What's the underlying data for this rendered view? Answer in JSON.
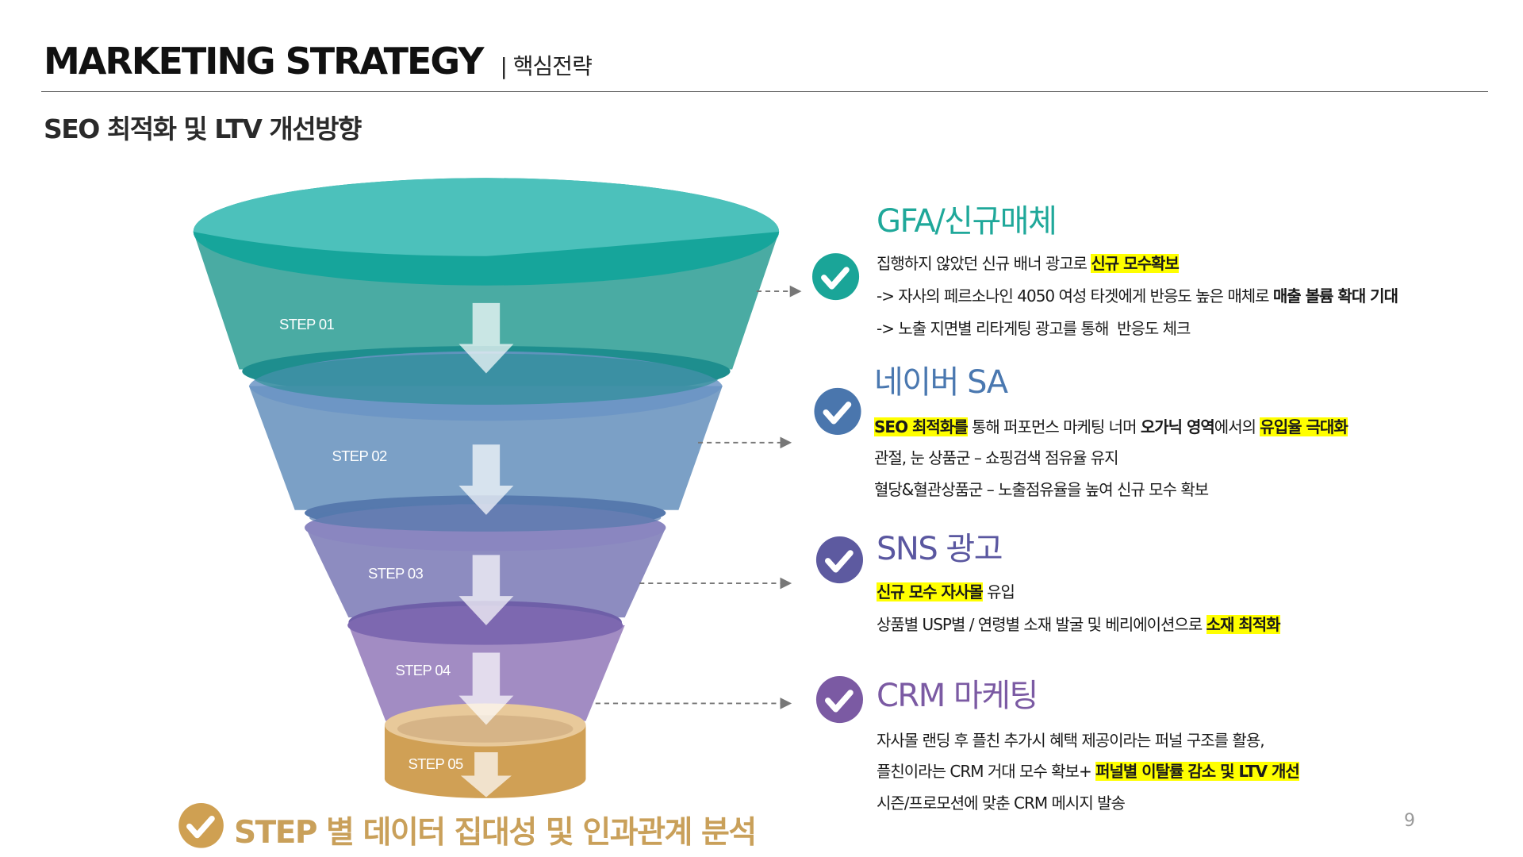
{
  "header": {
    "title": "MARKETING STRATEGY",
    "subtitle_tag": "| 핵심전략",
    "section": "SEO 최적화 및 LTV 개선방향"
  },
  "funnel": {
    "steps": [
      "STEP 01",
      "STEP 02",
      "STEP 03",
      "STEP 04",
      "STEP 05"
    ],
    "colors": [
      "#4aaba3",
      "#7ba0c6",
      "#8d8cc0",
      "#a28cc3",
      "#d0a055"
    ]
  },
  "sections": [
    {
      "title": "GFA/신규매체",
      "color": "#1fa89a",
      "icon": "check-circle-icon",
      "lines": [
        [
          {
            "t": "집행하지 않았던 신규 배너 광고로 "
          },
          {
            "t": "신규 모수확보",
            "s": "hl"
          }
        ],
        [
          {
            "t": "-> 자사의 페르소나인 4050 여성 타겟에게 반응도 높은 매체로 "
          },
          {
            "t": "매출 볼륨 확대 기대",
            "s": "b"
          }
        ],
        [
          {
            "t": "-> 노출 지면별 리타게팅 광고를 통해  반응도 체크"
          }
        ]
      ]
    },
    {
      "title": "네이버 SA",
      "color": "#4a78b0",
      "icon": "check-circle-icon",
      "lines": [
        [
          {
            "t": "SEO 최적화를",
            "s": "hl"
          },
          {
            "t": " 통해 퍼포먼스 마케팅 너머 "
          },
          {
            "t": "오가닉 영역",
            "s": "b"
          },
          {
            "t": "에서의 "
          },
          {
            "t": "유입율 극대화",
            "s": "hl"
          }
        ],
        [
          {
            "t": "관절, 눈 상품군 – 쇼핑검색 점유율 유지"
          }
        ],
        [
          {
            "t": "혈당&혈관상품군 – 노출점유율을 높여 신규 모수 확보"
          }
        ]
      ]
    },
    {
      "title": "SNS 광고",
      "color": "#5a57a0",
      "icon": "check-circle-icon",
      "lines": [
        [
          {
            "t": "신규 모수 자사몰",
            "s": "hl"
          },
          {
            "t": " 유입"
          }
        ],
        [
          {
            "t": "상품별 USP별 / 연령별 소재 발굴 및 베리에이션으로 "
          },
          {
            "t": "소재 최적화",
            "s": "hl"
          }
        ]
      ]
    },
    {
      "title": "CRM 마케팅",
      "color": "#7b5aa3",
      "icon": "check-circle-icon",
      "lines": [
        [
          {
            "t": "자사몰 랜딩 후 플친 추가시 혜택 제공이라는 퍼널 구조를 활용,"
          }
        ],
        [
          {
            "t": "플친이라는 CRM 거대 모수 확보+ "
          },
          {
            "t": "퍼널별 이탈률 감소 및 LTV 개선",
            "s": "hl"
          }
        ],
        [
          {
            "t": "시즌/프로모션에 맞춘 CRM 메시지 발송"
          }
        ]
      ]
    }
  ],
  "caption": {
    "text": "STEP 별 데이터 집대성 및 인과관계 분석",
    "color": "#c9a05a"
  },
  "page_number": "9"
}
